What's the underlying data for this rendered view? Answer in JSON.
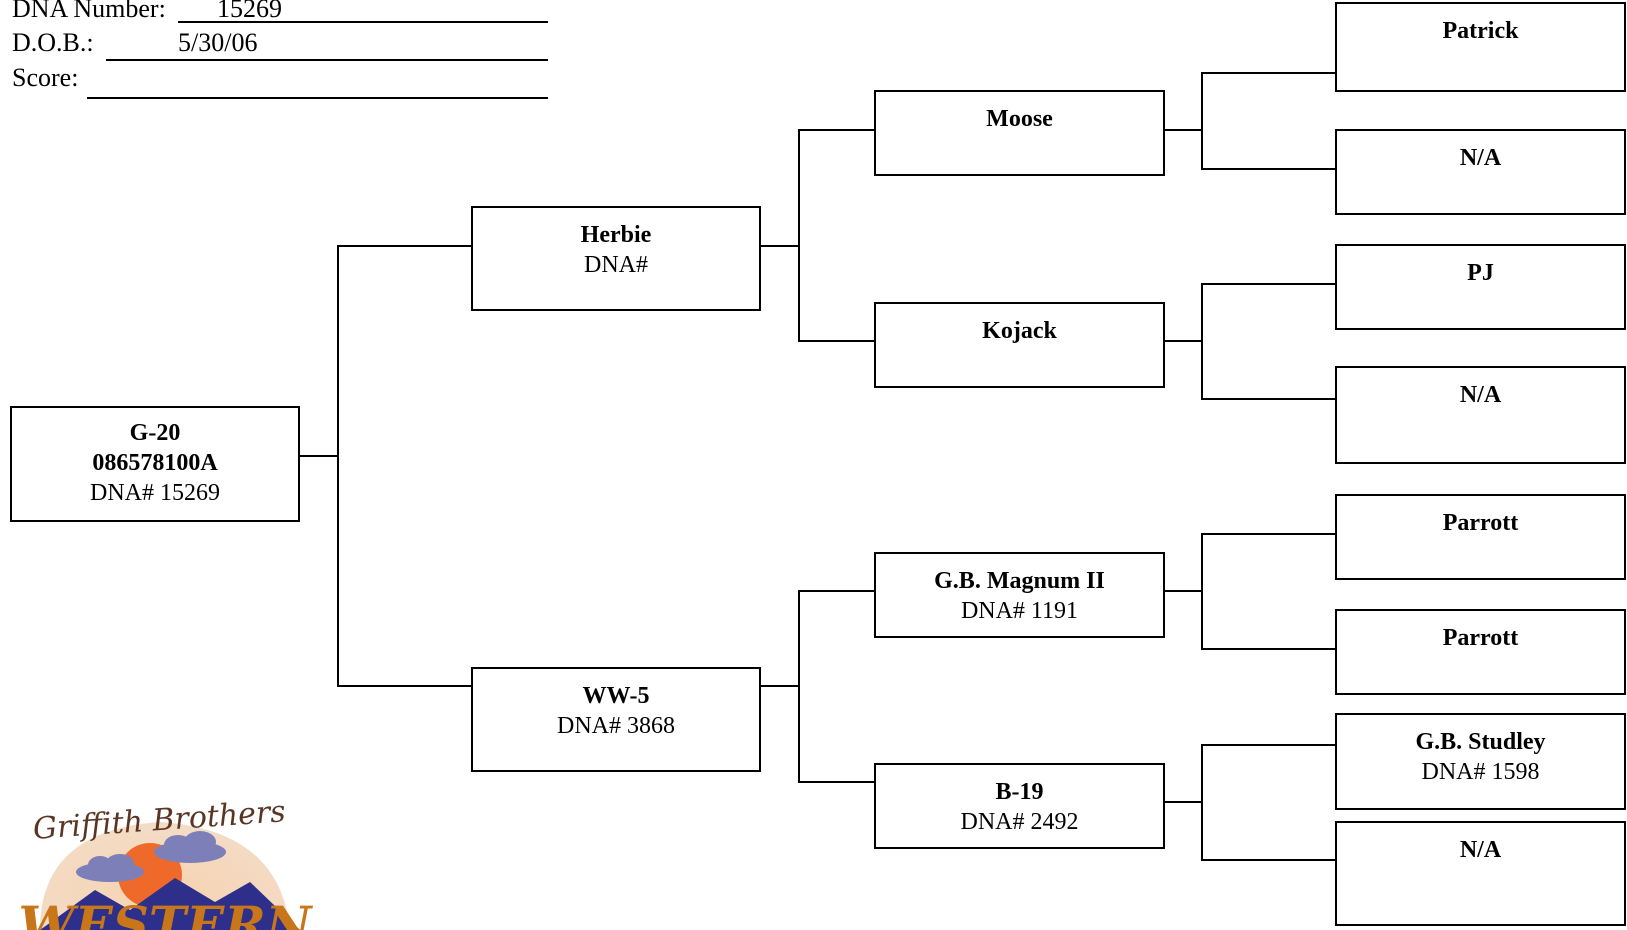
{
  "header": {
    "dna_number_label": "DNA Number:",
    "dna_number_value": "15269",
    "dob_label": "D.O.B.:",
    "dob_value": "5/30/06",
    "score_label": "Score:",
    "score_value": ""
  },
  "pedigree": {
    "subject": {
      "name": "G-20",
      "id": "086578100A",
      "dna": "DNA# 15269"
    },
    "sire": {
      "name": "Herbie",
      "dna": "DNA#"
    },
    "dam": {
      "name": "WW-5",
      "dna": "DNA#  3868"
    },
    "sire_sire": {
      "name": "Moose",
      "dna": ""
    },
    "sire_dam": {
      "name": "Kojack",
      "dna": ""
    },
    "dam_sire": {
      "name": "G.B. Magnum II",
      "dna": "DNA# 1191"
    },
    "dam_dam": {
      "name": "B-19",
      "dna": "DNA# 2492"
    },
    "ggp": [
      {
        "name": "Patrick",
        "dna": ""
      },
      {
        "name": "N/A",
        "dna": ""
      },
      {
        "name": "PJ",
        "dna": ""
      },
      {
        "name": "N/A",
        "dna": ""
      },
      {
        "name": "Parrott",
        "dna": ""
      },
      {
        "name": "Parrott",
        "dna": ""
      },
      {
        "name": "G.B. Studley",
        "dna": "DNA# 1598"
      },
      {
        "name": "N/A",
        "dna": ""
      }
    ]
  },
  "logo": {
    "text_top": "Griffith Brothers",
    "text_bottom": "WESTERN"
  }
}
